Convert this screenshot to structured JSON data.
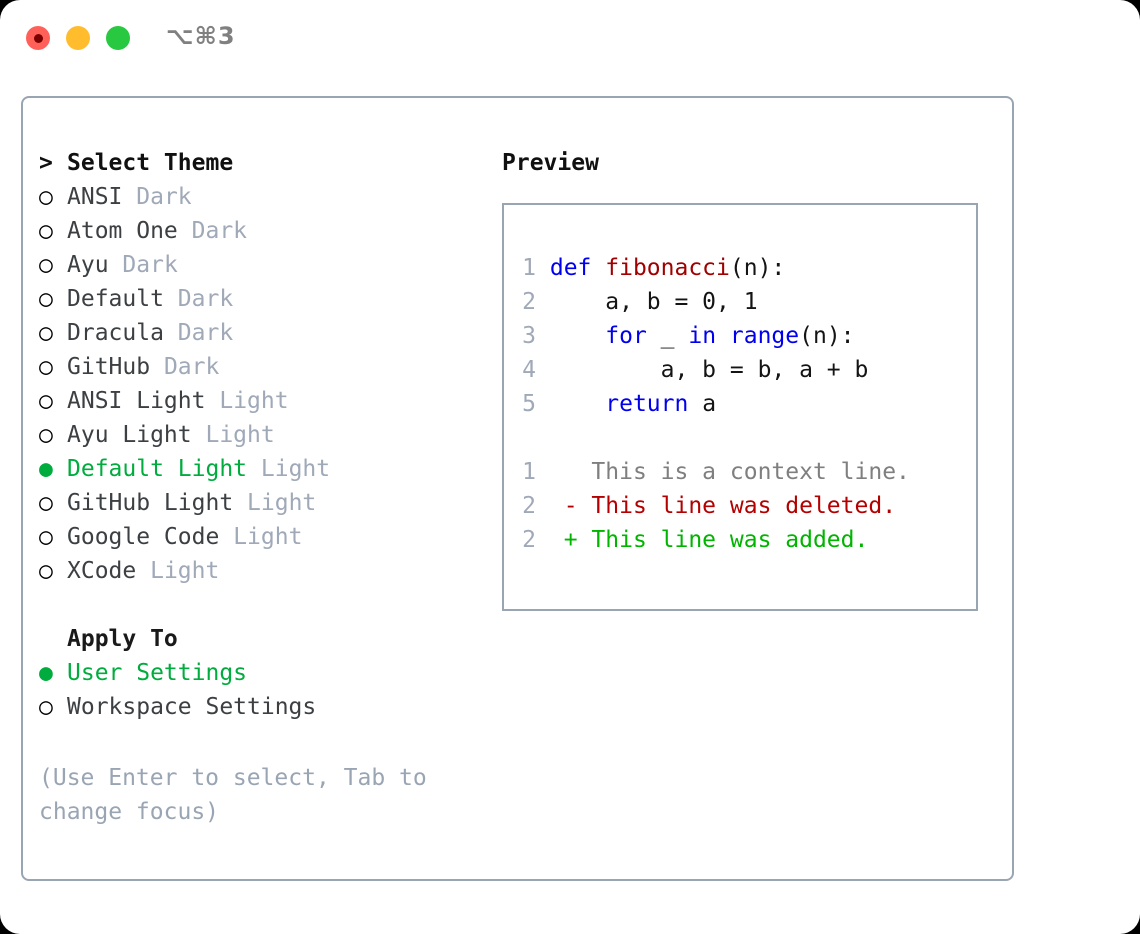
{
  "titlebar": {
    "shortcut": "⌥⌘3",
    "buttons": [
      {
        "name": "close",
        "color": "#ff6159"
      },
      {
        "name": "minimize",
        "color": "#ffbd2e"
      },
      {
        "name": "maximize",
        "color": "#28c840"
      }
    ]
  },
  "theme_section": {
    "header_marker": ">",
    "header_label": "Select Theme",
    "items": [
      {
        "marker": "○",
        "name": "ANSI",
        "tag": "Dark",
        "selected": false
      },
      {
        "marker": "○",
        "name": "Atom One",
        "tag": "Dark",
        "selected": false
      },
      {
        "marker": "○",
        "name": "Ayu",
        "tag": "Dark",
        "selected": false
      },
      {
        "marker": "○",
        "name": "Default",
        "tag": "Dark",
        "selected": false
      },
      {
        "marker": "○",
        "name": "Dracula",
        "tag": "Dark",
        "selected": false
      },
      {
        "marker": "○",
        "name": "GitHub",
        "tag": "Dark",
        "selected": false
      },
      {
        "marker": "○",
        "name": "ANSI Light",
        "tag": "Light",
        "selected": false
      },
      {
        "marker": "○",
        "name": "Ayu Light",
        "tag": "Light",
        "selected": false
      },
      {
        "marker": "●",
        "name": "Default Light",
        "tag": "Light",
        "selected": true
      },
      {
        "marker": "○",
        "name": "GitHub Light",
        "tag": "Light",
        "selected": false
      },
      {
        "marker": "○",
        "name": "Google Code",
        "tag": "Light",
        "selected": false
      },
      {
        "marker": "○",
        "name": "XCode",
        "tag": "Light",
        "selected": false
      }
    ]
  },
  "apply_to_section": {
    "label": "Apply To",
    "items": [
      {
        "marker": "●",
        "name": "User Settings",
        "selected": true
      },
      {
        "marker": "○",
        "name": "Workspace Settings",
        "selected": false
      }
    ]
  },
  "hint": "(Use Enter to select, Tab to change focus)",
  "preview": {
    "title": "Preview",
    "code_lines": [
      {
        "num": "1",
        "segments": [
          {
            "text": "def ",
            "style": "kw"
          },
          {
            "text": "fibonacci",
            "style": "fn"
          },
          {
            "text": "(n):",
            "style": "pl"
          }
        ]
      },
      {
        "num": "2",
        "segments": [
          {
            "text": "    a, b = 0, 1",
            "style": "pl"
          }
        ]
      },
      {
        "num": "3",
        "segments": [
          {
            "text": "    ",
            "style": "pl"
          },
          {
            "text": "for",
            "style": "kw"
          },
          {
            "text": " _ ",
            "style": "pl"
          },
          {
            "text": "in range",
            "style": "kw"
          },
          {
            "text": "(n):",
            "style": "pl"
          }
        ]
      },
      {
        "num": "4",
        "segments": [
          {
            "text": "        a, b = b, a + b",
            "style": "pl"
          }
        ]
      },
      {
        "num": "5",
        "segments": [
          {
            "text": "    ",
            "style": "pl"
          },
          {
            "text": "return",
            "style": "kw"
          },
          {
            "text": " a",
            "style": "pl"
          }
        ]
      }
    ],
    "diff_lines": [
      {
        "num": "1",
        "sign": " ",
        "text": "  This is a context line.",
        "kind": "diff-ctx"
      },
      {
        "num": "2",
        "sign": " ",
        "text": "- This line was deleted.",
        "kind": "diff-del"
      },
      {
        "num": "2",
        "sign": " ",
        "text": "+ This line was added.",
        "kind": "diff-add"
      }
    ]
  },
  "colors": {
    "accent_green": "#00ac3e",
    "border": "#9aa5b4",
    "muted": "#a0a9b8",
    "keyword_blue": "#0000ee",
    "function_red": "#a00000",
    "diff_add": "#00b400",
    "diff_del": "#b40000",
    "diff_ctx": "#7f7f7f"
  }
}
